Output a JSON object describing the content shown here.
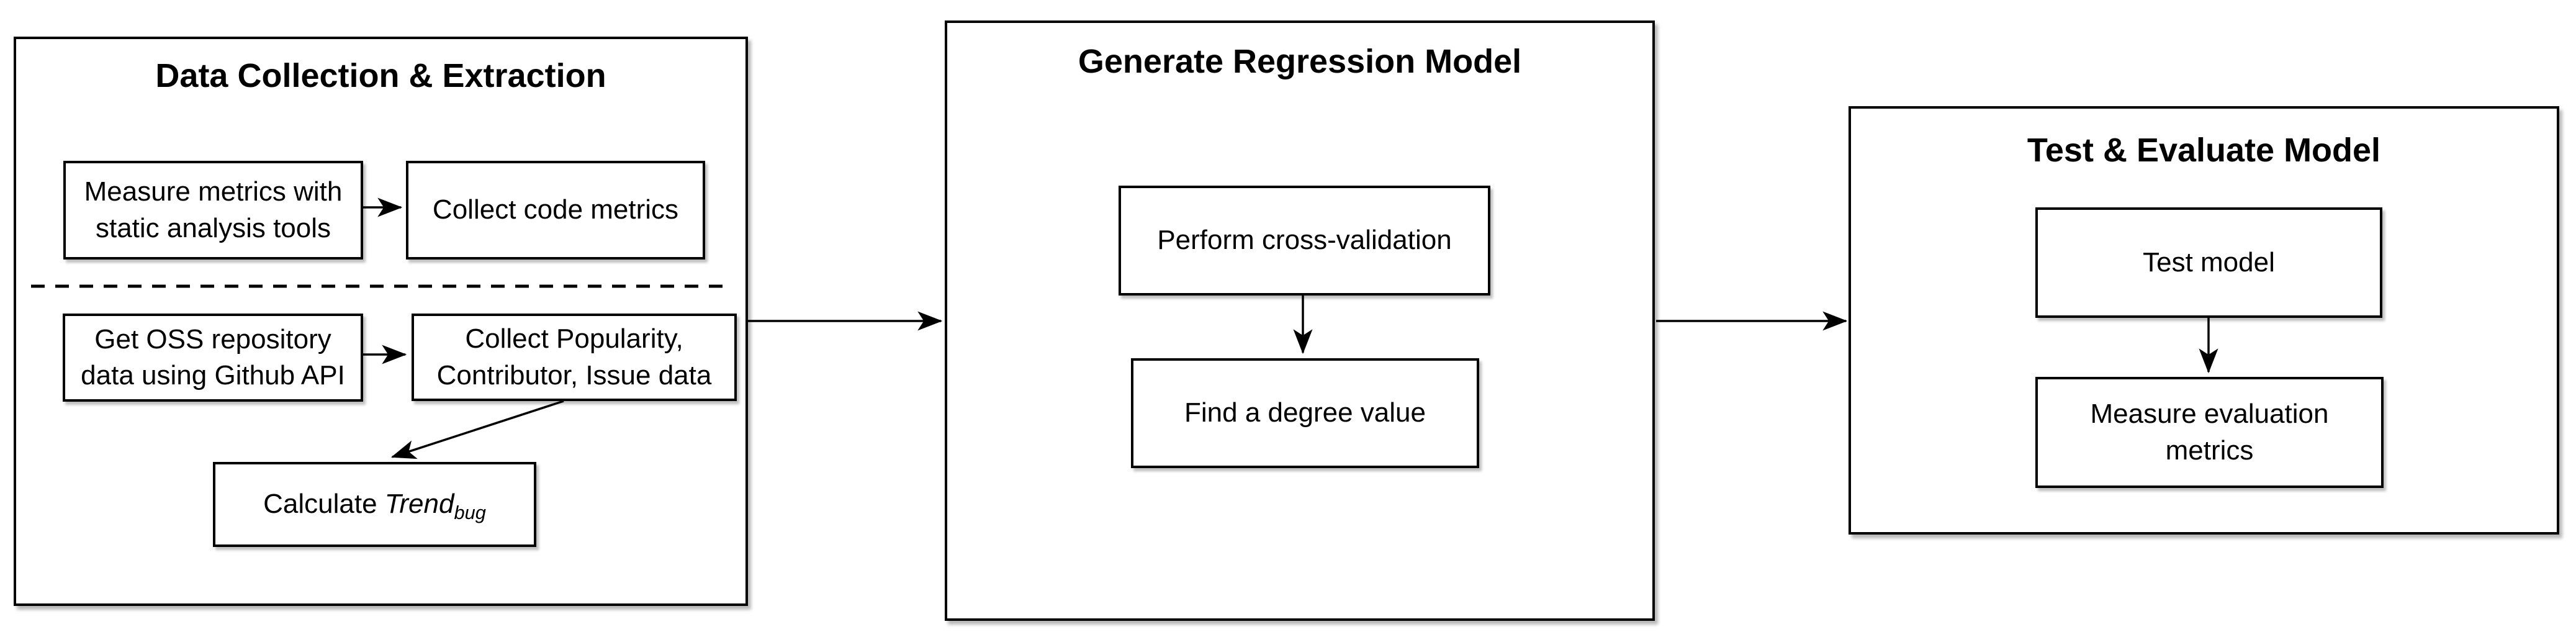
{
  "colors": {
    "border": "#000000",
    "background": "#ffffff",
    "text": "#000000"
  },
  "panels": [
    {
      "title": "Data Collection & Extraction",
      "nodes": [
        {
          "id": "measure-metrics",
          "label": "Measure metrics with static analysis tools"
        },
        {
          "id": "collect-code",
          "label": "Collect code metrics"
        },
        {
          "id": "get-oss",
          "label": "Get OSS repository data using Github API"
        },
        {
          "id": "collect-popularity",
          "label": "Collect Popularity, Contributor, Issue data"
        },
        {
          "id": "calculate-trend",
          "label_prefix": "Calculate ",
          "label_term": "Trend",
          "label_sub": "bug"
        }
      ]
    },
    {
      "title": "Generate Regression Model",
      "nodes": [
        {
          "id": "cross-validation",
          "label": "Perform cross-validation"
        },
        {
          "id": "degree-value",
          "label": "Find a degree value"
        }
      ]
    },
    {
      "title": "Test & Evaluate Model",
      "nodes": [
        {
          "id": "test-model",
          "label": "Test model"
        },
        {
          "id": "measure-eval",
          "label": "Measure evaluation metrics"
        }
      ]
    }
  ],
  "edges": [
    {
      "from": "measure-metrics",
      "to": "collect-code",
      "style": "arrow"
    },
    {
      "from": "get-oss",
      "to": "collect-popularity",
      "style": "arrow"
    },
    {
      "from": "collect-popularity",
      "to": "calculate-trend",
      "style": "arrow"
    },
    {
      "from": "cross-validation",
      "to": "degree-value",
      "style": "arrow"
    },
    {
      "from": "test-model",
      "to": "measure-eval",
      "style": "arrow"
    },
    {
      "from": "panel-data-collection-extraction",
      "to": "panel-generate-regression-model",
      "style": "arrow"
    },
    {
      "from": "panel-generate-regression-model",
      "to": "panel-test-evaluate-model",
      "style": "arrow"
    },
    {
      "id": "section-divider",
      "style": "dashed-line"
    }
  ]
}
